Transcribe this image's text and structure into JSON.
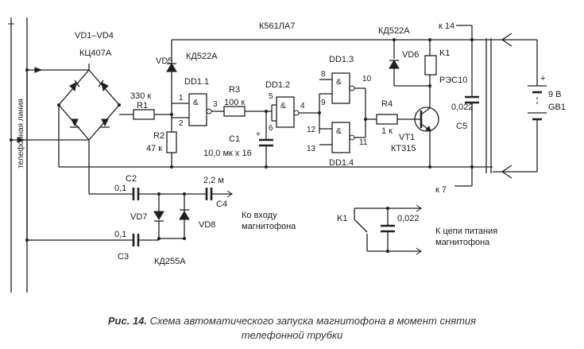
{
  "title": "К561ЛА7",
  "labels": {
    "line": "телефонная линия",
    "bridge": "VD1–VD4",
    "bridge_type": "КЦ407А",
    "vd5": "VD5",
    "vd5_type": "КД522А",
    "r1_value": "330 к",
    "r1": "R1",
    "r2": "R2",
    "r2_value": "47 к",
    "r3": "R3",
    "r3_value": "100 к",
    "c1": "C1",
    "c1_value": "10,0 мк х 16",
    "dd11": "DD1.1",
    "dd12": "DD1.2",
    "dd13": "DD1.3",
    "dd14": "DD1.4",
    "and_sym": "&",
    "r4": "R4",
    "r4_value": "1 к",
    "vt1": "VT1",
    "vt1_type": "КТ315",
    "vd6": "VD6",
    "vd6_type": "КД522А",
    "k14": "к 14",
    "k1": "K1",
    "relay_type": "РЭС10",
    "c5": "C5",
    "c5_value": "0,022",
    "battery_value": "9 В",
    "battery": "GB1",
    "k7": "к 7",
    "c2": "C2",
    "c2_value": "0,1",
    "c3": "C3",
    "c3_value": "0,1",
    "c4": "C4",
    "c4_value": "2,2 м",
    "vd7": "VD7",
    "vd8": "VD8",
    "vd78_type": "КД255А",
    "to_recorder_input": "Ко входу",
    "to_recorder_input2": "магнитофона",
    "k1_contact": "K1",
    "k1_cap_value": "0,022",
    "to_power": "К цепи питания",
    "to_power2": "магнитофона",
    "plus": "+",
    "pins": {
      "p1": "1",
      "p2": "2",
      "p3": "3",
      "p4": "4",
      "p5": "5",
      "p6": "6",
      "p8": "8",
      "p9": "9",
      "p10": "10",
      "p11": "11",
      "p12": "12",
      "p13": "13"
    }
  },
  "caption": {
    "figure": "Рис. 14.",
    "line1": "Схема автоматического запуска магнитофона в момент снятия",
    "line2": "телефонной трубки"
  }
}
